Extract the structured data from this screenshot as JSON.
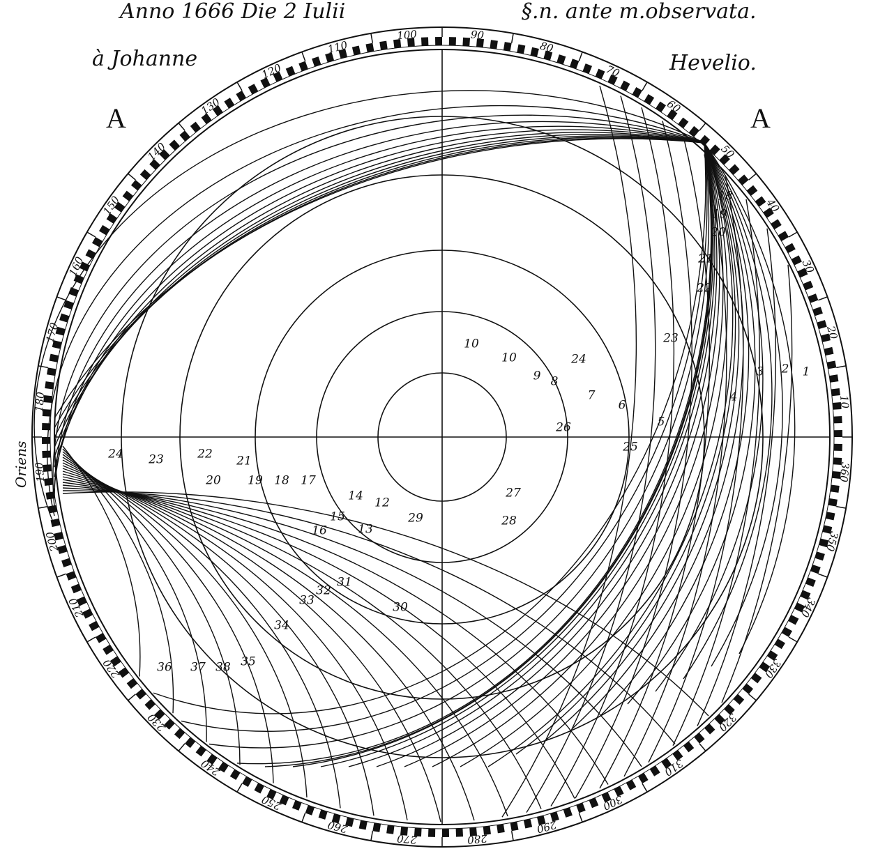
{
  "header": {
    "line1_left": "Anno 1666 Die 2 Iulii",
    "line1_right": "§.n. ante m.observata.",
    "line2_left": "à Johanne",
    "line2_right": "Hevelio."
  },
  "corner_labels": [
    "A",
    "A"
  ],
  "side_label": "Oriens",
  "scale_labels": [
    "10",
    "20",
    "30",
    "40",
    "50",
    "60",
    "70",
    "80",
    "90",
    "100",
    "110",
    "120",
    "130",
    "140",
    "150",
    "160",
    "170",
    "180",
    "190",
    "200",
    "210",
    "220",
    "230",
    "240",
    "250",
    "260",
    "270",
    "280",
    "290",
    "300",
    "310",
    "320",
    "330",
    "340",
    "350",
    "360"
  ],
  "arc_numbers": [
    {
      "t": "18"
    },
    {
      "t": "19"
    },
    {
      "t": "20"
    },
    {
      "t": "21"
    },
    {
      "t": "22"
    },
    {
      "t": "23"
    },
    {
      "t": "24"
    },
    {
      "t": "3"
    },
    {
      "t": "2"
    },
    {
      "t": "1"
    },
    {
      "t": "4"
    },
    {
      "t": "10"
    },
    {
      "t": "10"
    },
    {
      "t": "9"
    },
    {
      "t": "8"
    },
    {
      "t": "7"
    },
    {
      "t": "6"
    },
    {
      "t": "5"
    },
    {
      "t": "26"
    },
    {
      "t": "25"
    },
    {
      "t": "24"
    },
    {
      "t": "23"
    },
    {
      "t": "22"
    },
    {
      "t": "21"
    },
    {
      "t": "20"
    },
    {
      "t": "19"
    },
    {
      "t": "18"
    },
    {
      "t": "17"
    },
    {
      "t": "16"
    },
    {
      "t": "15"
    },
    {
      "t": "14"
    },
    {
      "t": "12"
    },
    {
      "t": "13"
    },
    {
      "t": "29"
    },
    {
      "t": "27"
    },
    {
      "t": "28"
    },
    {
      "t": "31"
    },
    {
      "t": "32"
    },
    {
      "t": "33"
    },
    {
      "t": "30"
    },
    {
      "t": "34"
    },
    {
      "t": "36"
    },
    {
      "t": "37"
    },
    {
      "t": "38"
    },
    {
      "t": "35"
    }
  ]
}
